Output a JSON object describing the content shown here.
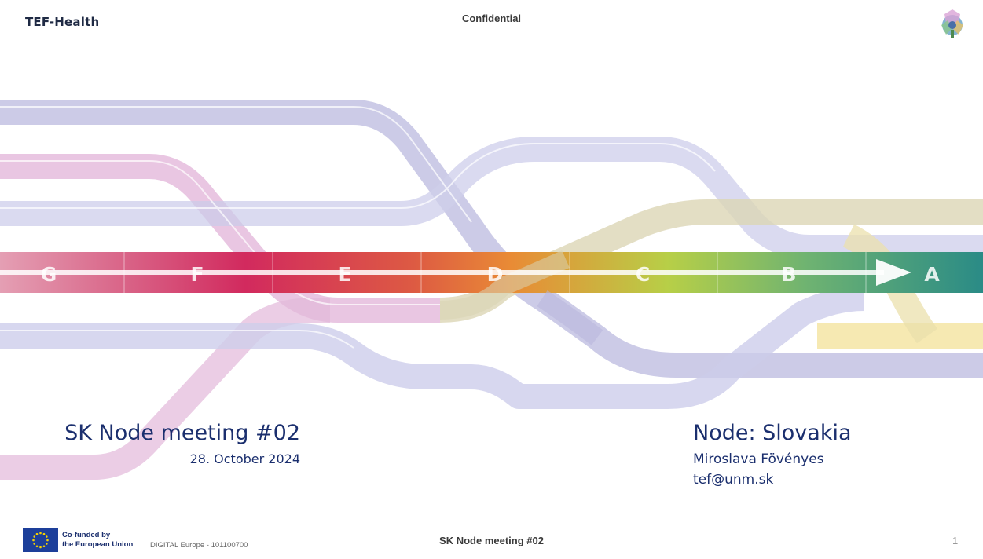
{
  "header": {
    "brand": "TEF-Health",
    "confidential": "Confidential"
  },
  "graphic": {
    "scale_letters": [
      "G",
      "F",
      "E",
      "D",
      "C",
      "B",
      "A"
    ],
    "colors": {
      "pink": "#e2b4d8",
      "lavender": "#b8b6dd",
      "periwinkle": "#c8c8e8",
      "beige": "#d9d3b2",
      "sand": "#e8dca3",
      "yellow": "#f4e3a0",
      "scale_start": "#c42a58",
      "scale_mid": "#e98b35",
      "scale_light": "#b7cf47",
      "scale_end": "#2a8b86"
    }
  },
  "left": {
    "title": "SK Node meeting #02",
    "date": "28. October 2024"
  },
  "right": {
    "title": "Node: Slovakia",
    "person": "Miroslava Fövényes",
    "email": "tef@unm.sk"
  },
  "footer": {
    "eu_line1": "Co-funded by",
    "eu_line2": "the European Union",
    "grant": "DIGITAL Europe - 101100700",
    "title": "SK Node meeting #02",
    "page": "1"
  }
}
